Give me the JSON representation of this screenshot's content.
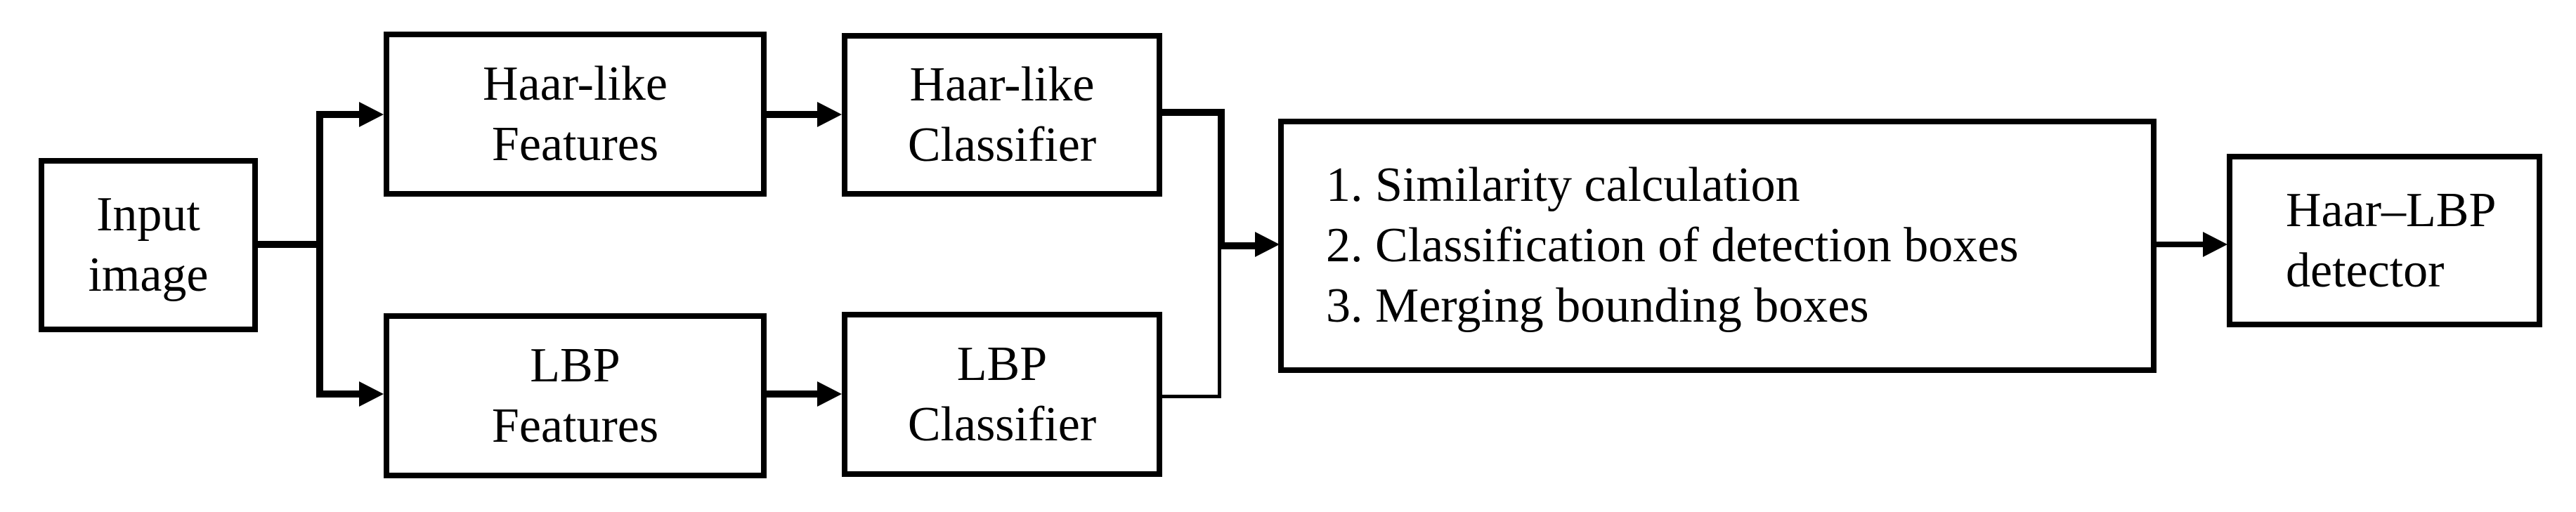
{
  "diagram": {
    "title": "Haar-LBP detection pipeline flowchart",
    "colors": {
      "stroke": "#000000",
      "background": "#ffffff",
      "text": "#000000"
    },
    "nodes": {
      "input": {
        "lines": [
          "Input",
          "image"
        ]
      },
      "haar_features": {
        "lines": [
          "Haar-like",
          "Features"
        ]
      },
      "lbp_features": {
        "lines": [
          "LBP",
          "Features"
        ]
      },
      "haar_classifier": {
        "lines": [
          "Haar-like",
          "Classifier"
        ]
      },
      "lbp_classifier": {
        "lines": [
          "LBP",
          "Classifier"
        ]
      },
      "merge": {
        "lines": [
          "1. Similarity calculation",
          "2. Classification of detection boxes",
          "3. Merging bounding boxes"
        ]
      },
      "detector": {
        "lines": [
          "Haar–LBP",
          "detector"
        ]
      }
    },
    "edges": [
      {
        "from": "input",
        "to": "haar_features",
        "style": "thick-arrow"
      },
      {
        "from": "input",
        "to": "lbp_features",
        "style": "thick-arrow"
      },
      {
        "from": "haar_features",
        "to": "haar_classifier",
        "style": "thick-arrow"
      },
      {
        "from": "lbp_features",
        "to": "lbp_classifier",
        "style": "thick-arrow"
      },
      {
        "from": "haar_classifier",
        "to": "merge",
        "style": "thick-arrow"
      },
      {
        "from": "lbp_classifier",
        "to": "merge",
        "style": "thin-line-joining-arrow"
      },
      {
        "from": "merge",
        "to": "detector",
        "style": "arrow"
      }
    ]
  }
}
